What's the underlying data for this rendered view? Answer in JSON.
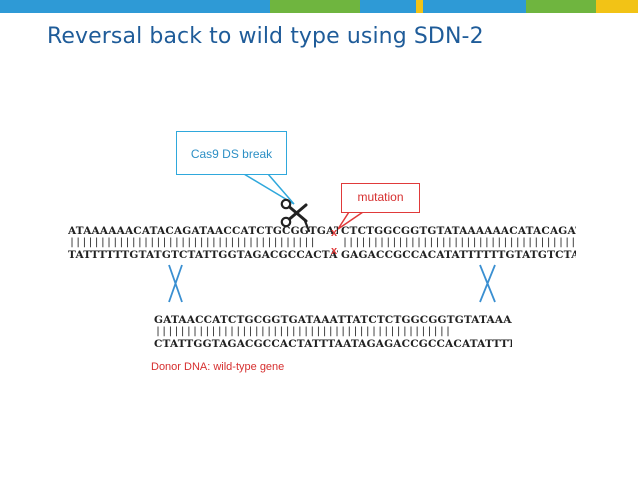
{
  "title": "Reversal back to wild type using SDN-2",
  "top_bar_colors": [
    "#2e9ad6",
    "#2e9ad6",
    "#6fb53f",
    "#2e9ad6",
    "#f2c316",
    "#2e9ad6",
    "#6fb53f",
    "#f2c316"
  ],
  "callout_label": "Cas9 DS break",
  "mutation_label": "mutation",
  "mutation_mark": "x",
  "genome": {
    "top_strand_left": "ATAAAAAACATACAGATAACCATCTGCGGTGATAAATTA",
    "top_strand_right": "CTCTGGCGGTGTATAAAAAACATACAGATAACCAT",
    "bottom_strand_left": "TATTTTTTGTATGTCTATTGGTAGACGCCACTATTTAAT",
    "bottom_strand_right": "GAGACCGCCACATATTTTTTGTATGTCTATTGGTA",
    "pairing_left": "||||||||||||||||||||||||||||||||||||||||",
    "pairing_right": "||||||||||||||||||||||||||||||||||||||"
  },
  "donor": {
    "top_strand": "GATAACCATCTGCGGTGATAAATTATCTCTGGCGGTGTATAAAAAACA'",
    "bottom_strand": "CTATTGGTAGACGCCACTATTTAATAGAGACCGCCACATATTTTTTGT.",
    "pairing": "||||||||||||||||||||||||||||||||||||||||||||||||",
    "label": "Donor DNA: wild-type gene"
  },
  "colors": {
    "title": "#1f5c99",
    "callout_border": "#2fa8dc",
    "callout_text": "#2c8fc5",
    "mutation": "#d62f2f",
    "crossover": "#3a8fd1"
  },
  "icons": [
    "scissors-icon",
    "crossover-left-icon",
    "crossover-right-icon"
  ]
}
